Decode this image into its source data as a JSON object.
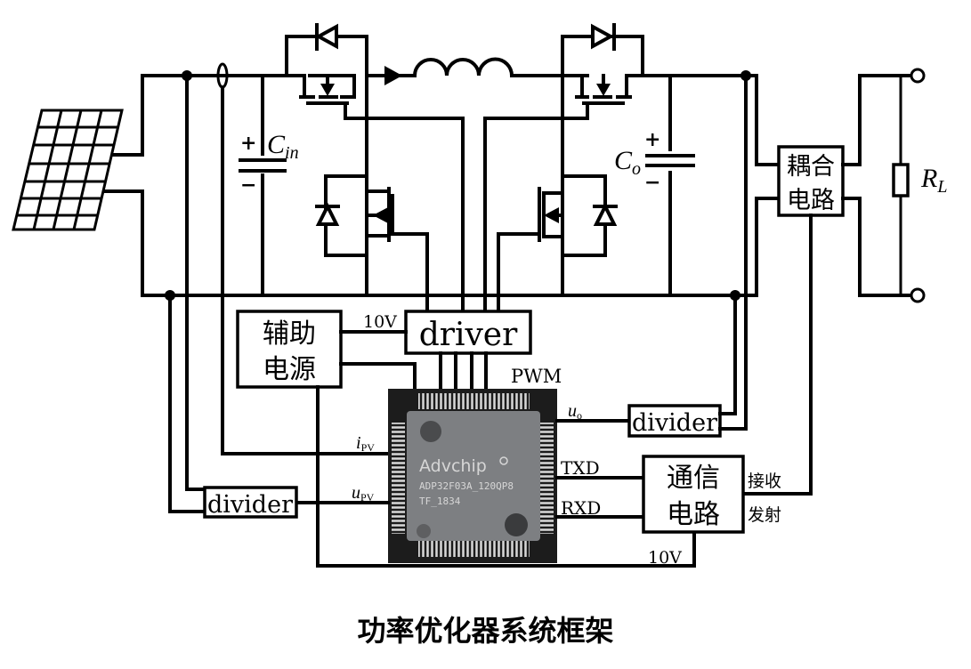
{
  "caption": "功率优化器系统框架",
  "components": {
    "input_capacitor": {
      "symbol": "C",
      "subscript": "in",
      "plus": "+",
      "minus": "−"
    },
    "output_capacitor": {
      "symbol": "C",
      "subscript": "o",
      "plus": "+",
      "minus": "−"
    },
    "load_resistor": {
      "symbol": "R",
      "subscript": "L"
    },
    "coupling_circuit": {
      "line1": "耦合",
      "line2": "电路"
    },
    "aux_power": {
      "line1": "辅助",
      "line2": "电源"
    },
    "driver": {
      "label": "driver"
    },
    "divider_out": {
      "label": "divider"
    },
    "divider_in": {
      "label": "divider"
    },
    "comm_circuit": {
      "line1": "通信",
      "line2": "电路"
    },
    "chip": {
      "brand": "Advchip",
      "part": "ADP32F03A_120QP8",
      "code": "TF_1834"
    }
  },
  "signals": {
    "driver_supply": "10V",
    "pwm": "PWM",
    "u_o": {
      "main": "u",
      "sub": "o"
    },
    "i_pv": {
      "main": "i",
      "sub": "PV"
    },
    "u_pv": {
      "main": "u",
      "sub": "PV"
    },
    "txd": "TXD",
    "rxd": "RXD",
    "comm_supply": "10V",
    "rx": "接收",
    "tx": "发射"
  }
}
